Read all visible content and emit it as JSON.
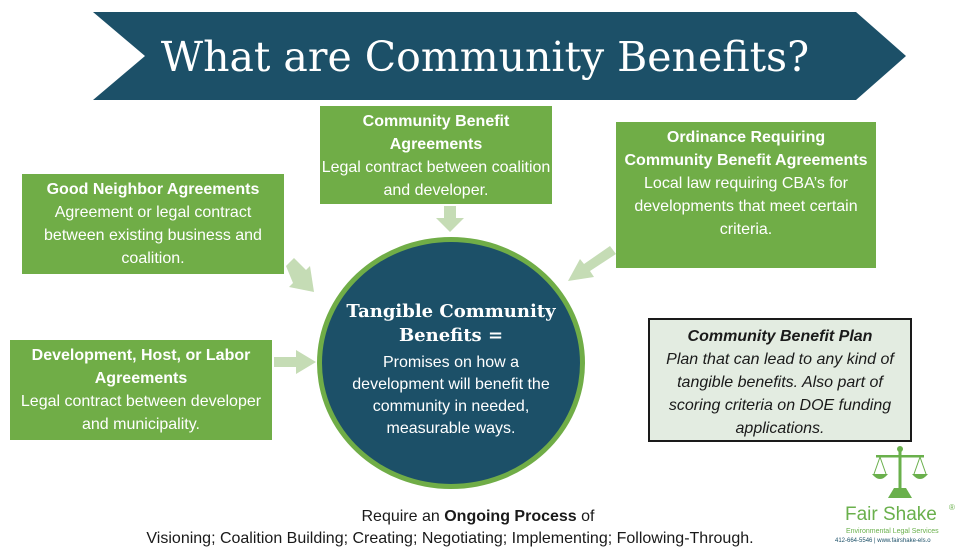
{
  "title": "What are Community Benefits?",
  "boxes": {
    "cba": {
      "heading": "Community Benefit Agreements",
      "body": "Legal contract between coalition and developer."
    },
    "ordinance": {
      "heading": "Ordinance Requiring Community Benefit Agreements",
      "body": "Local law requiring CBA’s for developments that meet certain criteria."
    },
    "good_neighbor": {
      "heading": "Good Neighbor Agreements",
      "body": "Agreement or legal contract between existing business and coalition."
    },
    "development": {
      "heading": "Development, Host, or Labor Agreements",
      "body": "Legal contract between developer and municipality."
    }
  },
  "center": {
    "title": "Tangible Community Benefits =",
    "body": "Promises on how a development will benefit the community in needed, measurable ways."
  },
  "plan": {
    "heading": "Community Benefit Plan",
    "body": "Plan that can lead to any kind of tangible benefits. Also part of scoring criteria on DOE funding applications."
  },
  "footer": {
    "line1_prefix": "Require an ",
    "line1_bold": "Ongoing Process",
    "line1_suffix": " of",
    "line2": "Visioning; Coalition Building; Creating; Negotiating; Implementing; Following-Through."
  },
  "logo": {
    "name": "Fair Shake",
    "reg": "®",
    "subtitle": "Environmental Legal Services",
    "contact": "412-664-5546 | www.fairshake-els.o"
  },
  "colors": {
    "navy": "#1c5068",
    "green": "#70ad47",
    "light_green": "#c5dcb5",
    "plan_bg": "#e3ece1"
  }
}
